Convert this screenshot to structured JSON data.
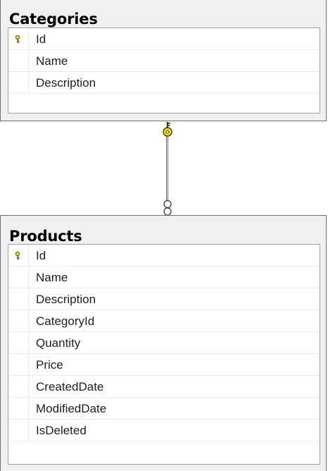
{
  "tables": [
    {
      "title": "Categories",
      "columns": [
        {
          "name": "Id",
          "primary_key": true
        },
        {
          "name": "Name",
          "primary_key": false
        },
        {
          "name": "Description",
          "primary_key": false
        }
      ]
    },
    {
      "title": "Products",
      "columns": [
        {
          "name": "Id",
          "primary_key": true
        },
        {
          "name": "Name",
          "primary_key": false
        },
        {
          "name": "Description",
          "primary_key": false
        },
        {
          "name": "CategoryId",
          "primary_key": false
        },
        {
          "name": "Quantity",
          "primary_key": false
        },
        {
          "name": "Price",
          "primary_key": false
        },
        {
          "name": "CreatedDate",
          "primary_key": false
        },
        {
          "name": "ModifiedDate",
          "primary_key": false
        },
        {
          "name": "IsDeleted",
          "primary_key": false
        }
      ]
    }
  ],
  "relationship": {
    "one_end_icon": "key-icon",
    "many_end_icon": "infinity-icon",
    "key_color": "#f5e400"
  }
}
